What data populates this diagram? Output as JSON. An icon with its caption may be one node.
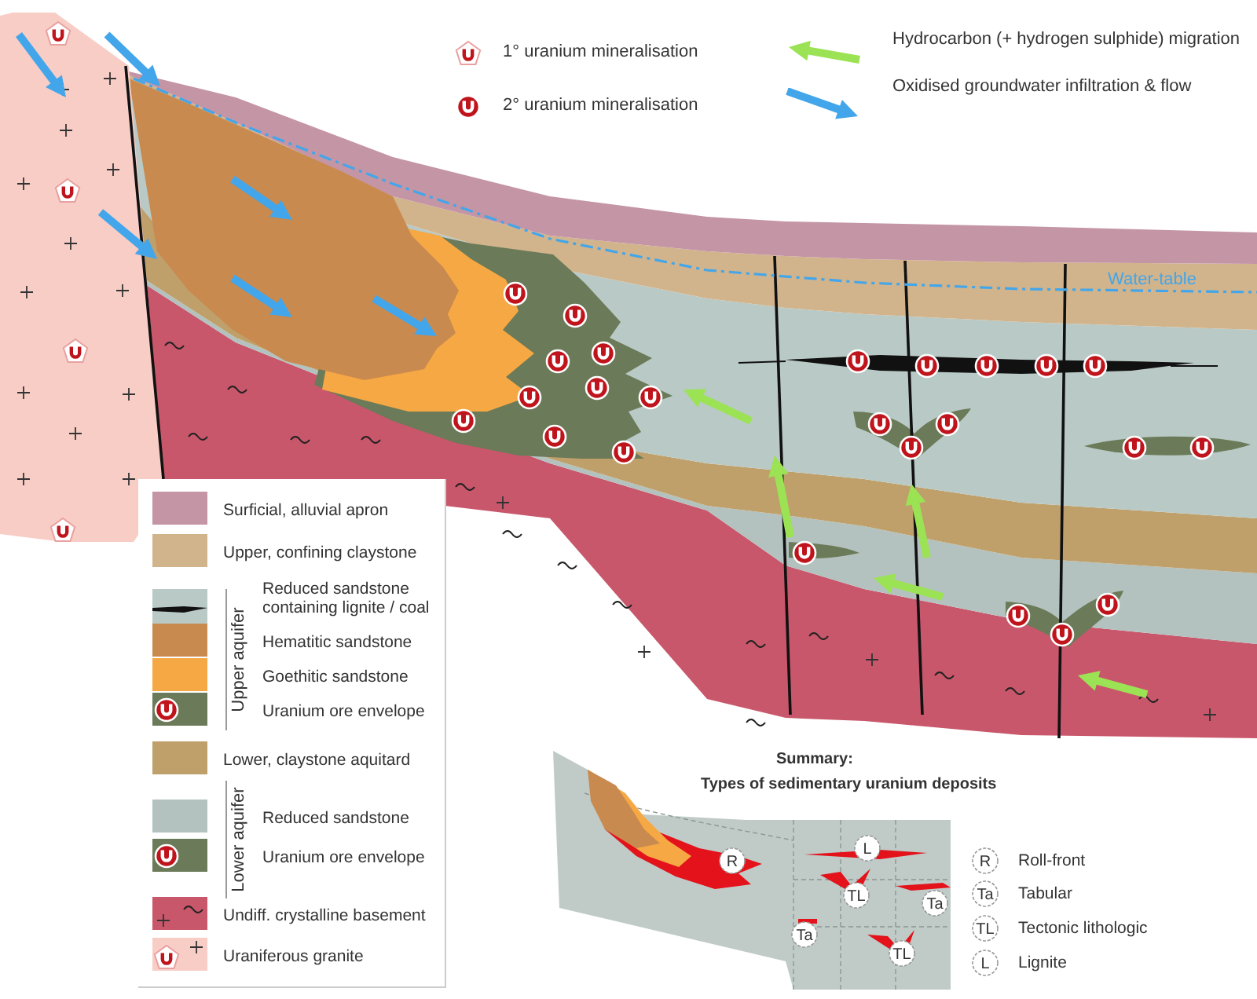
{
  "diagram": {
    "labels": [
      "Water-table",
      "Upper aquifer",
      "Lower aquifer",
      "Summary:",
      "Types of sedimentary uranium deposits",
      "L",
      "R",
      "TL",
      "Ta",
      "Ta",
      "TL",
      "R",
      "Ta",
      "TL",
      "L"
    ],
    "legend": [
      {
        "text": "1° uranium mineralisation"
      },
      {
        "text": "Hydrocarbon (+ hydrogen sulphide) migration"
      },
      {
        "text": "2° uranium mineralisation"
      },
      {
        "text": "Oxidised groundwater infiltration & flow"
      },
      {
        "text": "Surficial, alluvial apron",
        "color": "#c495a5"
      },
      {
        "text": "Upper, confining claystone",
        "color": "#d2b48c"
      },
      {
        "text": "Reduced sandstone containing lignite / coal",
        "color": "#b9c9c6"
      },
      {
        "text": "Hematitic sandstone",
        "color": "#c98a4f"
      },
      {
        "text": "Goethitic sandstone",
        "color": "#f6a844"
      },
      {
        "text": "Uranium ore envelope",
        "color": "#6b7a58"
      },
      {
        "text": "Lower, claystone aquitard",
        "color": "#bfa06a"
      },
      {
        "text": "Reduced sandstone",
        "color": "#b3c2be"
      },
      {
        "text": "Uranium ore envelope",
        "color": "#6b7a58"
      },
      {
        "text": "Undiff. crystalline basement",
        "color": "#c9576b"
      },
      {
        "text": "Uraniferous granite",
        "color": "#f8cdc6"
      },
      {
        "text": "Roll-front"
      },
      {
        "text": "Tabular"
      },
      {
        "text": "Tectonic lithologic"
      },
      {
        "text": "Lignite"
      }
    ]
  }
}
